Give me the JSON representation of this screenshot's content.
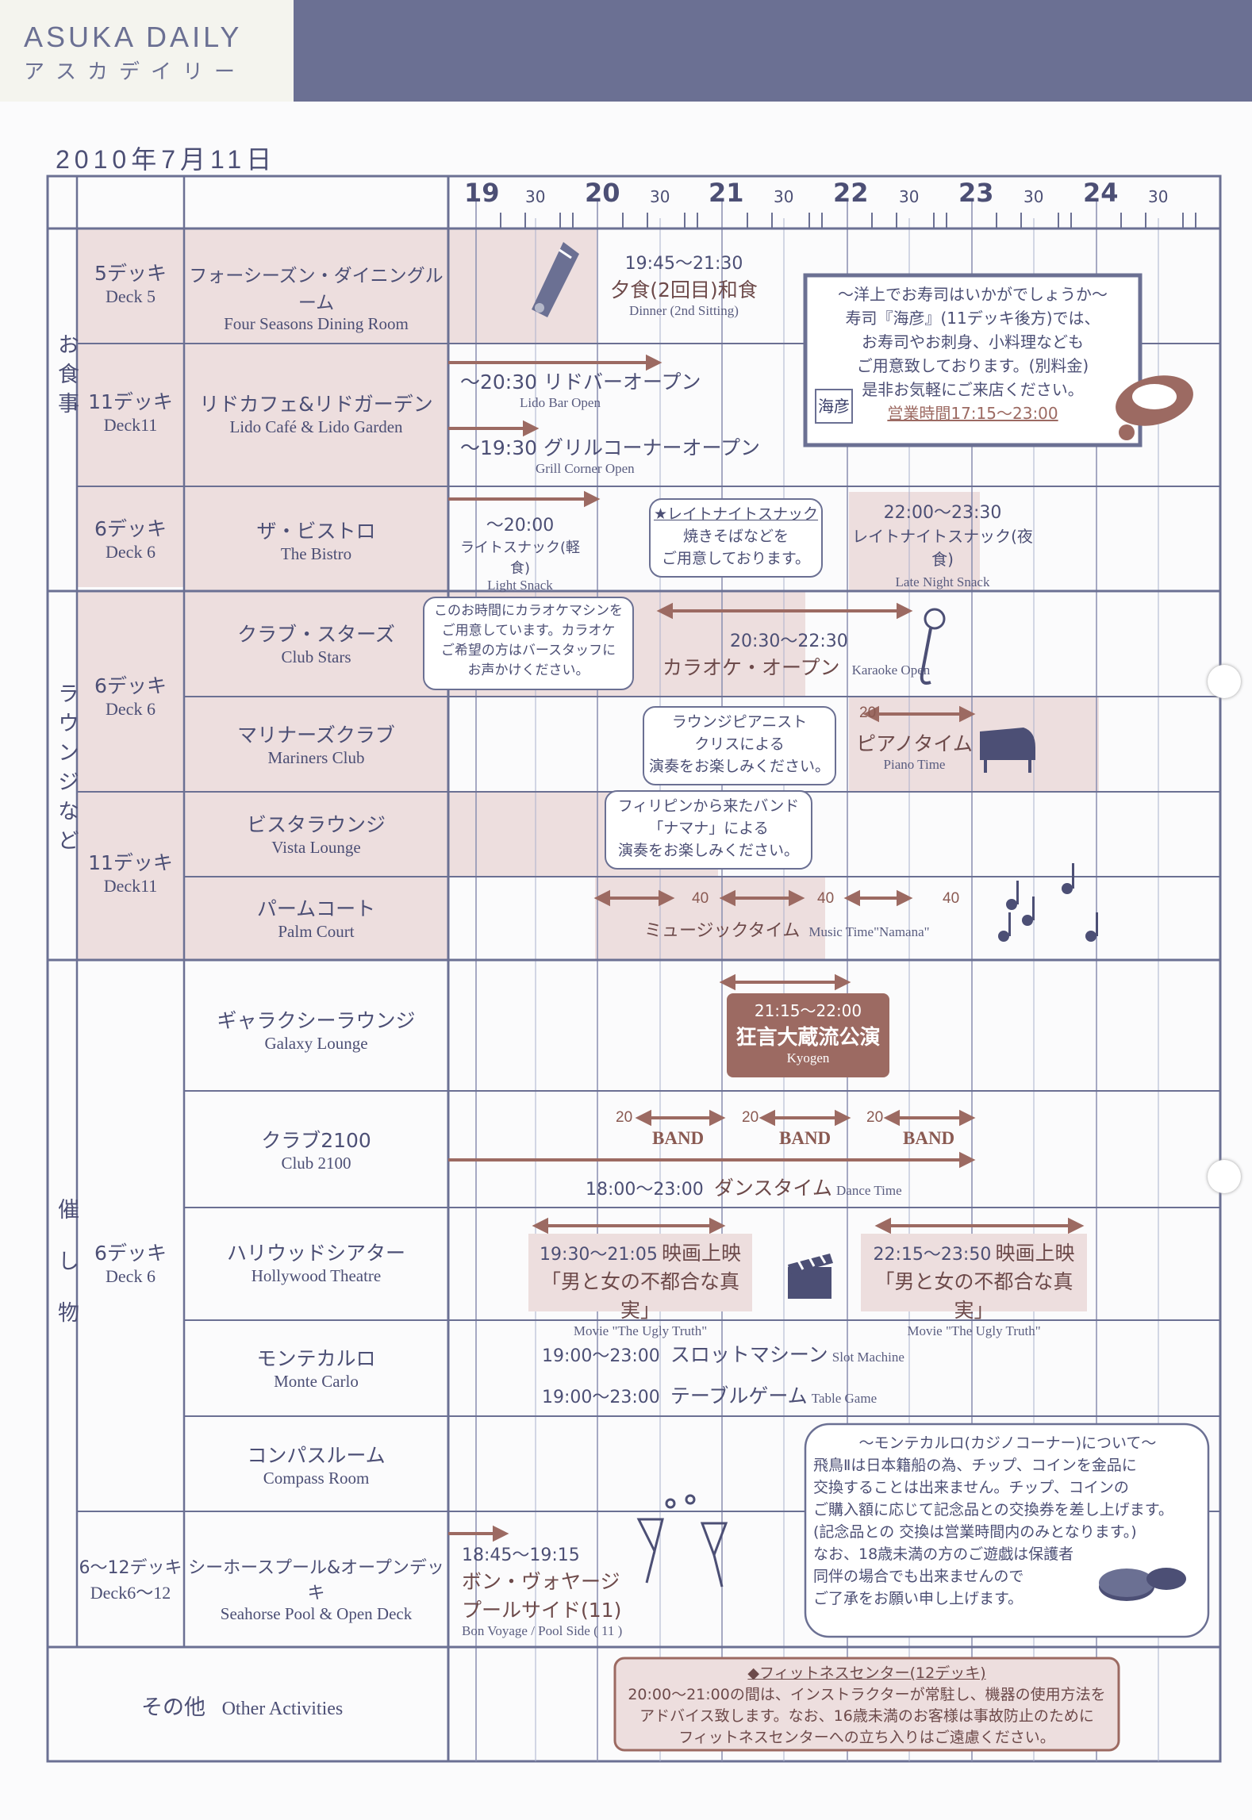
{
  "header": {
    "logo_en": "ASUKA DAILY",
    "logo_ja": "アスカデイリー"
  },
  "date": "2010年7月11日",
  "time_axis": {
    "hours": [
      "19",
      "20",
      "21",
      "22",
      "23",
      "24"
    ],
    "half": "30"
  },
  "categories": {
    "dining": "お食事",
    "lounge": "ラウンジなど",
    "events": "催し物",
    "other_ja": "その他",
    "other_en": "Other Activities"
  },
  "decks": {
    "d5": {
      "ja": "5デッキ",
      "en": "Deck 5"
    },
    "d11a": {
      "ja": "11デッキ",
      "en": "Deck11"
    },
    "d6a": {
      "ja": "6デッキ",
      "en": "Deck 6"
    },
    "d6b": {
      "ja": "6デッキ",
      "en": "Deck 6"
    },
    "d11b": {
      "ja": "11デッキ",
      "en": "Deck11"
    },
    "d6c": {
      "ja": "6デッキ",
      "en": "Deck 6"
    },
    "d612": {
      "ja": "6〜12デッキ",
      "en": "Deck6〜12"
    }
  },
  "venues": {
    "fourseasons": {
      "ja": "フォーシーズン・ダイニングルーム",
      "en": "Four Seasons Dining Room"
    },
    "lido": {
      "ja": "リドカフェ&リドガーデン",
      "en": "Lido Café & Lido Garden"
    },
    "bistro": {
      "ja": "ザ・ビストロ",
      "en": "The Bistro"
    },
    "clubstars": {
      "ja": "クラブ・スターズ",
      "en": "Club Stars"
    },
    "mariners": {
      "ja": "マリナーズクラブ",
      "en": "Mariners Club"
    },
    "vista": {
      "ja": "ビスタラウンジ",
      "en": "Vista Lounge"
    },
    "palm": {
      "ja": "パームコート",
      "en": "Palm Court"
    },
    "galaxy": {
      "ja": "ギャラクシーラウンジ",
      "en": "Galaxy Lounge"
    },
    "club2100": {
      "ja": "クラブ2100",
      "en": "Club 2100"
    },
    "hollywood": {
      "ja": "ハリウッドシアター",
      "en": "Hollywood Theatre"
    },
    "monte": {
      "ja": "モンテカルロ",
      "en": "Monte Carlo"
    },
    "compass": {
      "ja": "コンパスルーム",
      "en": "Compass Room"
    },
    "seahorse": {
      "ja": "シーホースプール&オープンデッキ",
      "en": "Seahorse Pool & Open Deck"
    }
  },
  "events": {
    "dinner": {
      "time": "19:45〜21:30",
      "ja": "夕食(2回目)和食",
      "en": "Dinner (2nd Sitting)"
    },
    "sushi": {
      "lines": [
        "〜洋上でお寿司はいかがでしょうか〜",
        "寿司『海彦』(11デッキ後方)では、",
        "お寿司やお刺身、小料理なども",
        "ご用意致しております。(別料金)",
        "是非お気軽にご来店ください。"
      ],
      "hours": "営業時間17:15〜23:00",
      "logo": "海彦"
    },
    "lidobar": {
      "ja": "〜20:30 リドバーオープン",
      "en": "Lido Bar Open"
    },
    "grill": {
      "ja": "〜19:30 グリルコーナーオープン",
      "en": "Grill Corner Open"
    },
    "lightsnack": {
      "time": "〜20:00",
      "ja": "ライトスナック(軽食)",
      "en": "Light Snack"
    },
    "latebubble": {
      "l1": "★レイトナイトスナック",
      "l2": "焼きそばなどを",
      "l3": "ご用意しております。"
    },
    "latesnack": {
      "time": "22:00〜23:30",
      "ja": "レイトナイトスナック(夜食)",
      "en": "Late Night Snack"
    },
    "karaokebubble": {
      "l1": "このお時間にカラオケマシンを",
      "l2": "ご用意しています。カラオケ",
      "l3": "ご希望の方はバースタッフに",
      "l4": "お声かけください。"
    },
    "karaoke": {
      "time": "20:30〜22:30",
      "ja": "カラオケ・オープン",
      "en": "Karaoke Open"
    },
    "pianobubble": {
      "l1": "ラウンジピアニスト",
      "l2": "クリスによる",
      "l3": "演奏をお楽しみください。"
    },
    "piano": {
      "num": "20",
      "ja": "ピアノタイム",
      "en": "Piano Time"
    },
    "bandbubble": {
      "l1": "フィリピンから来たバンド",
      "l2": "「ナマナ」による",
      "l3": "演奏をお楽しみください。"
    },
    "music": {
      "n1": "40",
      "n2": "40",
      "n3": "40",
      "ja": "ミュージックタイム",
      "en": "Music Time\"Namana\""
    },
    "kyogen": {
      "time": "21:15〜22:00",
      "ja": "狂言大蔵流公演",
      "en": "Kyogen"
    },
    "band": {
      "n1": "20",
      "n2": "20",
      "n3": "20",
      "label": "BAND"
    },
    "dance": {
      "time": "18:00〜23:00",
      "ja": "ダンスタイム",
      "en": "Dance Time"
    },
    "movie1": {
      "time": "19:30〜21:05",
      "ja1": "映画上映",
      "ja2": "「男と女の不都合な真実」",
      "en": "Movie \"The Ugly Truth\""
    },
    "movie2": {
      "time": "22:15〜23:50",
      "ja1": "映画上映",
      "ja2": "「男と女の不都合な真実」",
      "en": "Movie \"The Ugly Truth\""
    },
    "slot": {
      "time": "19:00〜23:00",
      "ja": "スロットマシーン",
      "en": "Slot Machine"
    },
    "table": {
      "time": "19:00〜23:00",
      "ja": "テーブルゲーム",
      "en": "Table Game"
    },
    "casino": {
      "lines": [
        "〜モンテカルロ(カジノコーナー)について〜",
        "飛鳥Ⅱは日本籍船の為、チップ、コインを金品に",
        "交換することは出来ません。チップ、コインの",
        "ご購入額に応じて記念品との交換券を差し上げます。",
        "(記念品との 交換は営業時間内のみとなります。)",
        "なお、18歳未満の方のご遊戯は保護者",
        "同伴の場合でも出来ませんので",
        "ご了承をお願い申し上げます。"
      ]
    },
    "bonvoyage": {
      "time": "18:45〜19:15",
      "ja1": "ボン・ヴォヤージ",
      "ja2": "プールサイド(11)",
      "en": "Bon Voyage / Pool Side ( 11 )"
    },
    "fitness": {
      "title": "◆フィットネスセンター(12デッキ)",
      "lines": [
        "20:00〜21:00の間は、インストラクターが常駐し、機器の使用方法を",
        "アドバイス致します。なお、16歳未満のお客様は事故防止のために",
        "フィットネスセンターへの立ち入りはご遠慮ください。"
      ]
    }
  },
  "colors": {
    "accent": "#6b7093",
    "arrow": "#9c6a62",
    "pink": "#eddede"
  }
}
